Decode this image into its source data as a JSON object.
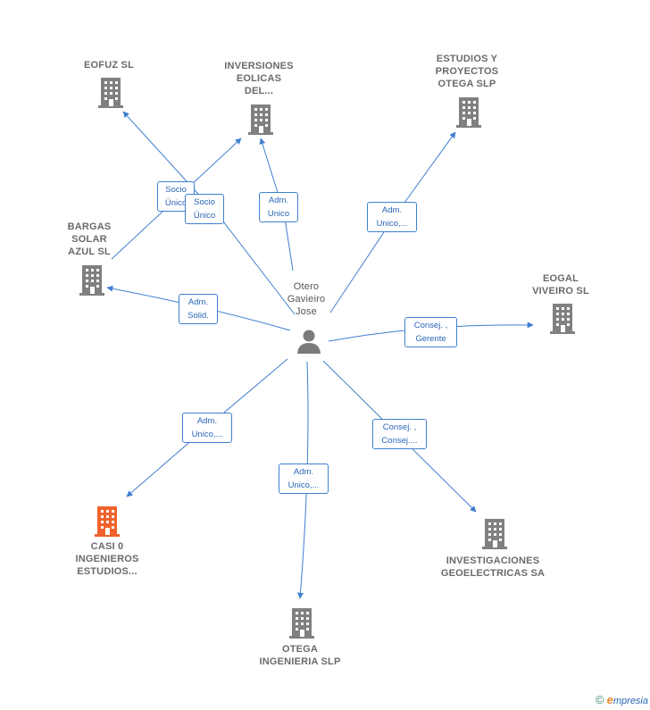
{
  "colors": {
    "edge": "#3f7fcf",
    "building": "#808080",
    "building_highlight": "#f0622c",
    "person": "#7a7a7a"
  },
  "center": {
    "label": "Otero\nGavieiro\nJose",
    "icon": "person-icon"
  },
  "companies": [
    {
      "id": "eofuz",
      "label": "EOFUZ SL",
      "highlight": false
    },
    {
      "id": "inversiones",
      "label": "INVERSIONES\nEOLICAS\nDEL...",
      "highlight": false
    },
    {
      "id": "estudios",
      "label": "ESTUDIOS Y\nPROYECTOS\nOTEGA  SLP",
      "highlight": false
    },
    {
      "id": "bargas",
      "label": "BARGAS\nSOLAR\nAZUL SL",
      "highlight": false
    },
    {
      "id": "eogal",
      "label": "EOGAL\nVIVEIRO SL",
      "highlight": false
    },
    {
      "id": "casi",
      "label": "CASI 0\nINGENIEROS\nESTUDIOS...",
      "highlight": true
    },
    {
      "id": "otega",
      "label": "OTEGA\nINGENIERIA SLP",
      "highlight": false
    },
    {
      "id": "investigaciones",
      "label": "INVESTIGACIONES\nGEOELECTRICAS SA",
      "highlight": false
    }
  ],
  "relations": [
    {
      "id": "r1",
      "label": "Socio\nÚnico"
    },
    {
      "id": "r2",
      "label": "Socio\nÚnico"
    },
    {
      "id": "r3",
      "label": "Adm.\nUnico"
    },
    {
      "id": "r4",
      "label": "Adm.\nUnico,..."
    },
    {
      "id": "r5",
      "label": "Adm.\nSolid."
    },
    {
      "id": "r6",
      "label": "Consej. ,\nGerente"
    },
    {
      "id": "r7",
      "label": "Adm.\nUnico,..."
    },
    {
      "id": "r8",
      "label": "Adm.\nUnico,..."
    },
    {
      "id": "r9",
      "label": "Consej. ,\nConsej...."
    }
  ],
  "footer": {
    "copyright": "©",
    "brand_initial": "e",
    "brand_rest": "mpresia"
  }
}
